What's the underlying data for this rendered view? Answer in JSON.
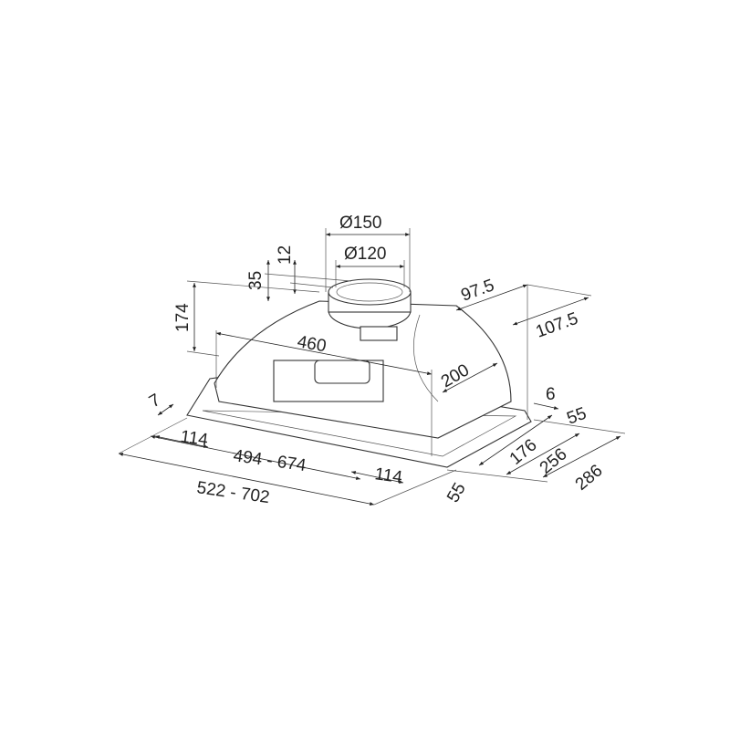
{
  "drawing": {
    "type": "built-in cooker hood dimension drawing",
    "dimensions": {
      "outlet_outer_diameter": "Ø150",
      "outlet_inner_diameter": "Ø120",
      "collar_height": "12",
      "collar_total": "35",
      "body_height": "174",
      "depth_offset_a": "97.5",
      "depth_offset_b": "107.5",
      "body_width": "460",
      "body_depth": "200",
      "flange_left": "7",
      "flange_right": "6",
      "side_offset_back": "55",
      "edge_left": "114",
      "cutout_width": "494 - 674",
      "edge_right": "114",
      "depth_inner": "176",
      "depth_cutout": "256",
      "depth_total": "286",
      "side_offset_front": "55",
      "total_width": "522 - 702"
    }
  }
}
